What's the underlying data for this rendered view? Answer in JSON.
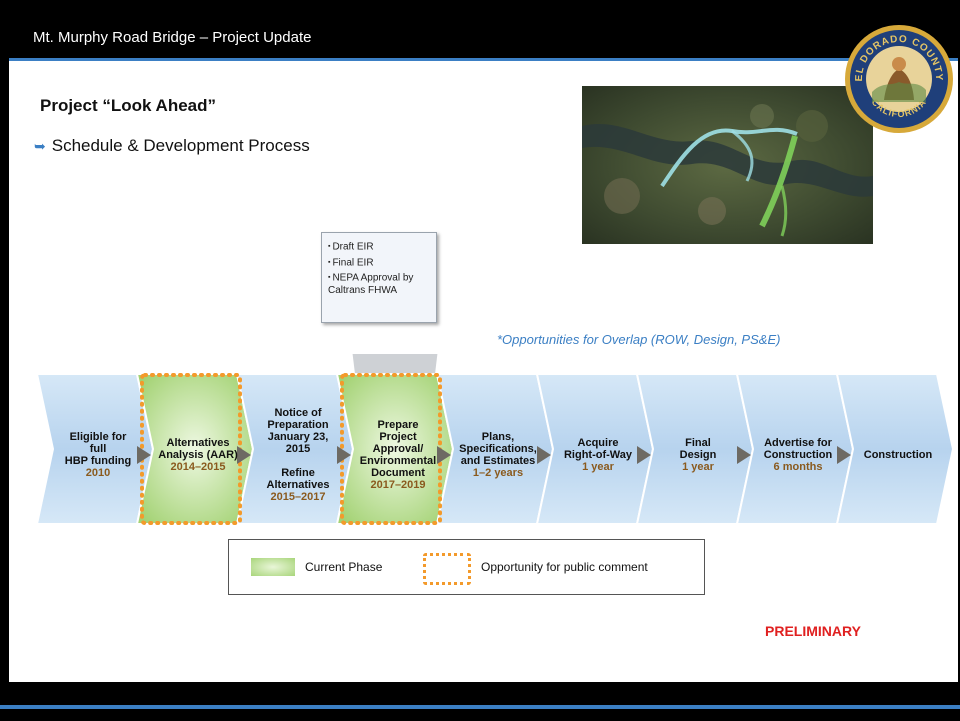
{
  "header": {
    "title": "Mt. Murphy Road Bridge – Project Update"
  },
  "seal": {
    "text_top": "EL DORADO COUNTY",
    "text_bottom": "CALIFORNIA"
  },
  "section": {
    "title": "Project “Look Ahead”",
    "bullet": "Schedule & Development Process"
  },
  "callout": {
    "items": [
      "Draft EIR",
      "Final EIR",
      "NEPA Approval by Caltrans FHWA"
    ]
  },
  "overlap_note": "*Opportunities for Overlap (ROW, Design, PS&E)",
  "phases": [
    {
      "lines": [
        "Eligible for",
        "full",
        "HBP funding"
      ],
      "date": "2010",
      "current": false,
      "public_comment": false
    },
    {
      "lines": [
        "Alternatives",
        "Analysis (AAR)"
      ],
      "date": "2014–2015",
      "current": true,
      "public_comment": true
    },
    {
      "lines": [
        "Notice of",
        "Preparation",
        "January 23,",
        "2015",
        "",
        "Refine",
        "Alternatives"
      ],
      "date": "2015–2017",
      "current": false,
      "public_comment": false
    },
    {
      "lines": [
        "Prepare",
        "Project",
        "Approval/",
        "Environmental",
        "Document"
      ],
      "date": "2017–2019",
      "current": true,
      "public_comment": true
    },
    {
      "lines": [
        "Plans,",
        "Specifications,",
        "and Estimates"
      ],
      "date": "1–2 years",
      "current": false,
      "public_comment": false
    },
    {
      "lines": [
        "Acquire",
        "Right-of-Way"
      ],
      "date": "1 year",
      "current": false,
      "public_comment": false
    },
    {
      "lines": [
        "Final",
        "Design"
      ],
      "date": "1 year",
      "current": false,
      "public_comment": false
    },
    {
      "lines": [
        "Advertise for",
        "Construction"
      ],
      "date": "6 months",
      "current": false,
      "public_comment": false
    },
    {
      "lines": [
        "Construction"
      ],
      "date": "",
      "current": false,
      "public_comment": false
    }
  ],
  "legend": {
    "current_phase": "Current Phase",
    "public_comment": "Opportunity for public comment"
  },
  "preliminary": "PRELIMINARY",
  "colors": {
    "accent_blue": "#3b7fc4",
    "chevron_blue": "#bcd7ef",
    "current_green": "#a8d57a",
    "public_comment_orange": "#f39a2b",
    "date_brown": "#8a5a1e",
    "preliminary_red": "#e02020"
  }
}
